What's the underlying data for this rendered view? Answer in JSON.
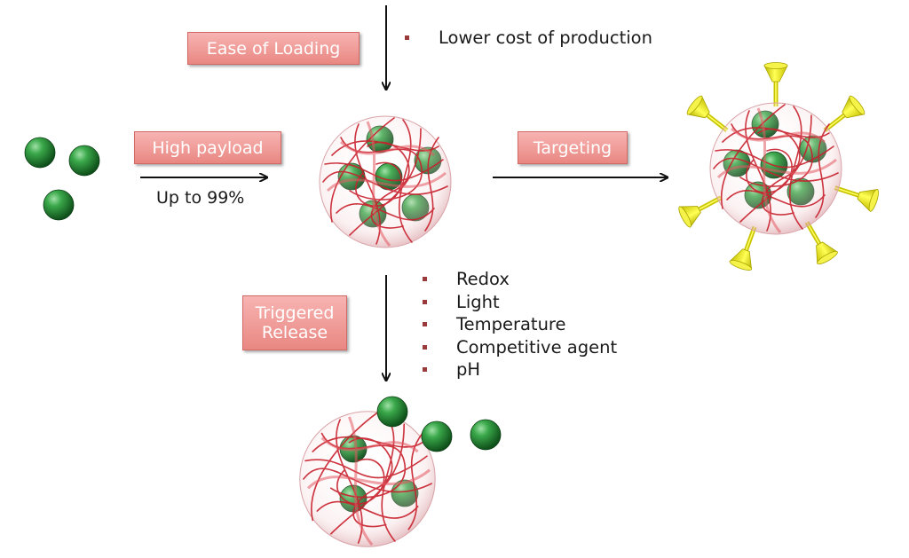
{
  "labels": {
    "ease_of_loading": "Ease of Loading",
    "high_payload": "High payload",
    "targeting": "Targeting",
    "triggered_release_line1": "Triggered",
    "triggered_release_line2": "Release"
  },
  "payload_note": "Up to 99%",
  "loading_bullets": [
    "Lower cost of production"
  ],
  "trigger_bullets": [
    "Redox",
    "Light",
    "Temperature",
    "Competitive agent",
    "pH"
  ],
  "colors": {
    "label_box": "#ee9893",
    "drug_sphere": "#2e9a3e",
    "polymer_strand": "#c8202c",
    "targeting_ligand": "#e3e000",
    "arrow": "#111111",
    "bullet": "#9b3a3a"
  },
  "icons": [
    "drug-molecule-icon",
    "polymer-nanocarrier-icon",
    "targeting-ligand-icon"
  ]
}
